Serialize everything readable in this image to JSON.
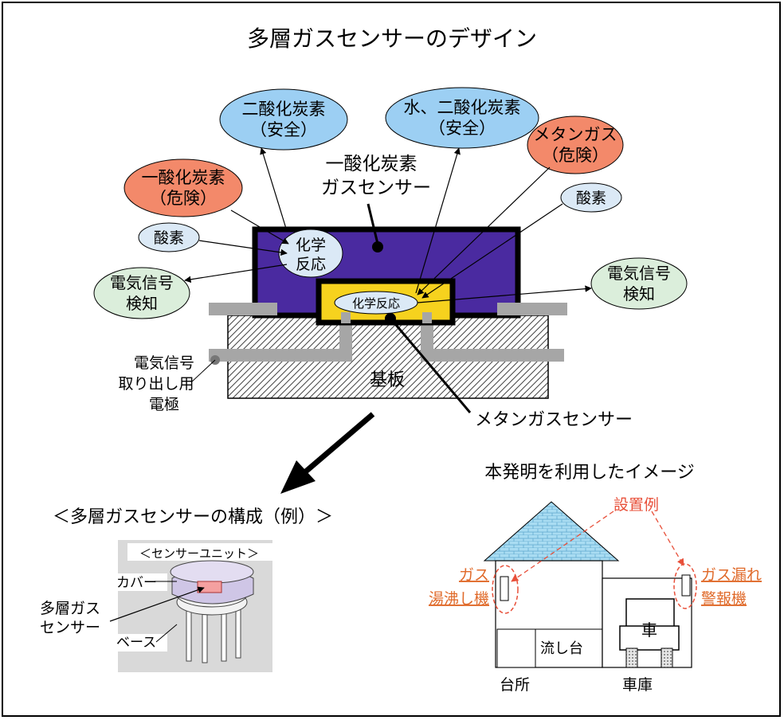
{
  "title": "多層ガスセンサーのデザイン",
  "colors": {
    "blue_bubble": "#9ccff3",
    "orange_bubble": "#f3896a",
    "light_blue_bubble": "#dbe9f6",
    "green_bubble": "#dbeedb",
    "co_sensor_body": "#4a2aa0",
    "methane_sensor_body": "#f6d21e",
    "electrode": "#a6a6a6",
    "red_label": "#e8503a",
    "orange_label": "#e06a2a",
    "roof": "#9fd7ef"
  },
  "bubbles": {
    "co2_left": {
      "line1": "二酸化炭素",
      "line2": "（安全）"
    },
    "co2_right": {
      "line1": "水、二酸化炭素",
      "line2": "（安全）"
    },
    "co": {
      "line1": "一酸化炭素",
      "line2": "（危険）"
    },
    "methane": {
      "line1": "メタンガス",
      "line2": "（危険）"
    },
    "oxygen_left": "酸素",
    "oxygen_right": "酸素",
    "signal_left": {
      "line1": "電気信号",
      "line2": "検知"
    },
    "signal_right": {
      "line1": "電気信号",
      "line2": "検知"
    },
    "reaction_left": {
      "line1": "化学",
      "line2": "反応"
    },
    "reaction_center": "化学反応"
  },
  "labels": {
    "co_sensor": {
      "line1": "一酸化炭素",
      "line2": "ガスセンサー"
    },
    "substrate": "基板",
    "electrode": {
      "line1": "電気信号",
      "line2": "取り出し用",
      "line3": "電極"
    },
    "methane_sensor": "メタンガスセンサー"
  },
  "config_section": {
    "heading": "＜多層ガスセンサーの構成（例）＞",
    "unit_label": "＜センサーユニット＞",
    "cover": "カバー",
    "multilayer": {
      "line1": "多層ガス",
      "line2": "センサー"
    },
    "base": "ベース"
  },
  "house_section": {
    "heading": "本発明を利用したイメージ",
    "install_example": "設置例",
    "gas_heater": {
      "line1": "ガス",
      "line2": "湯沸し機"
    },
    "gas_alarm": {
      "line1": "ガス漏れ",
      "line2": "警報機"
    },
    "sink": "流し台",
    "car": "車",
    "kitchen": "台所",
    "garage": "車庫"
  }
}
